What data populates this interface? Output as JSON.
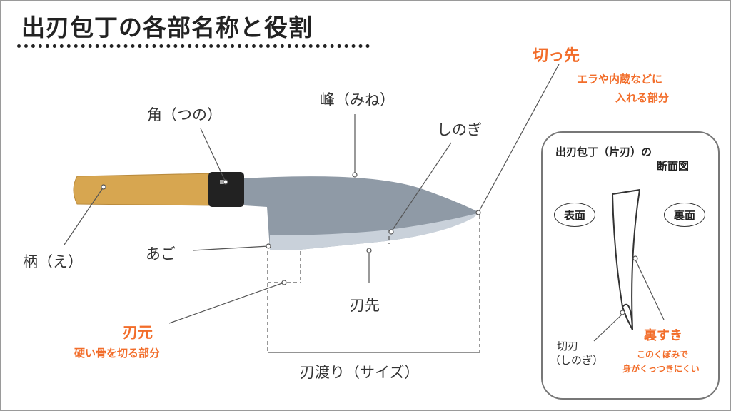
{
  "title": "出刃包丁の各部名称と役割",
  "labels": {
    "tsuno": "角（つの）",
    "mine": "峰（みね）",
    "shinogi": "しのぎ",
    "kissaki": "切っ先",
    "kissaki_note_1": "エラや内蔵などに",
    "kissaki_note_2": "入れる部分",
    "e": "柄（え）",
    "ago": "あご",
    "hasaki": "刃先",
    "hamoto": "刃元",
    "hamoto_note": "硬い骨を切る部分",
    "hawatari": "刃渡り（サイズ）"
  },
  "panel": {
    "title_1": "出刃包丁（片刃）の",
    "title_2": "断面図",
    "omote": "表面",
    "ura": "裏面",
    "kiriba_1": "切刃",
    "kiriba_2": "（しのぎ）",
    "urasuki": "裏すき",
    "urasuki_note_1": "このくぼみで",
    "urasuki_note_2": "身がくっつきにくい"
  },
  "colors": {
    "accent": "#f26d2a",
    "blade": "#8f9aa6",
    "blade_edge": "#c9d1da",
    "handle": "#d7a650",
    "ferrule": "#222222"
  }
}
